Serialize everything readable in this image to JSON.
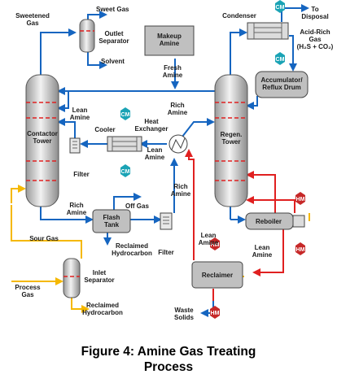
{
  "labels": {
    "sweetened_gas": "Sweetened\nGas",
    "sweet_gas": "Sweet Gas",
    "outlet_separator": "Outlet\nSeparator",
    "solvent": "Solvent",
    "makeup_amine": "Makeup\nAmine",
    "fresh_amine": "Fresh\nAmine",
    "condenser": "Condenser",
    "to_disposal": "To\nDisposal",
    "acid_rich_gas": "Acid-Rich\nGas\n(H₂S + CO₂)",
    "accumulator": "Accumulator/\nReflux Drum",
    "lean_amine_top": "Lean\nAmine",
    "contactor_tower": "Contactor\nTower",
    "cooler": "Cooler",
    "heat_exchanger": "Heat\nExchanger",
    "rich_amine_top": "Rich\nAmine",
    "lean_amine_mid": "Lean\nAmine",
    "regen_tower": "Regen.\nTower",
    "filter_1": "Filter",
    "rich_amine_right": "Rich\nAmine",
    "rich_amine_bottom": "Rich\nAmine",
    "flash_tank": "Flash\nTank",
    "off_gas": "Off Gas",
    "reclaimed_hc_1": "Reclaimed\nHydrocarbon",
    "filter_2": "Filter",
    "reboiler": "Reboiler",
    "lean_amine_reboiler": "Lean\nAmine",
    "lean_amine_reclaimer": "Lean\nAmine",
    "sour_gas": "Sour Gas",
    "inlet_separator": "Inlet\nSeparator",
    "process_gas": "Process\nGas",
    "reclaimed_hc_2": "Reclaimed\nHydrocarbon",
    "reclaimer": "Reclaimer",
    "waste_solids": "Waste\nSolids"
  },
  "badges": {
    "cm": "CM",
    "hm": "HM"
  },
  "caption": {
    "line1": "Figure 4: Amine Gas Treating",
    "line2": "Process"
  },
  "colors": {
    "lean_amine_line": "#1565c0",
    "rich_amine_line": "#e02020",
    "gas_line": "#f5b800",
    "cm_badge": "#1aa3b5",
    "hm_badge": "#c62828",
    "vessel": "#c8c8c8"
  }
}
